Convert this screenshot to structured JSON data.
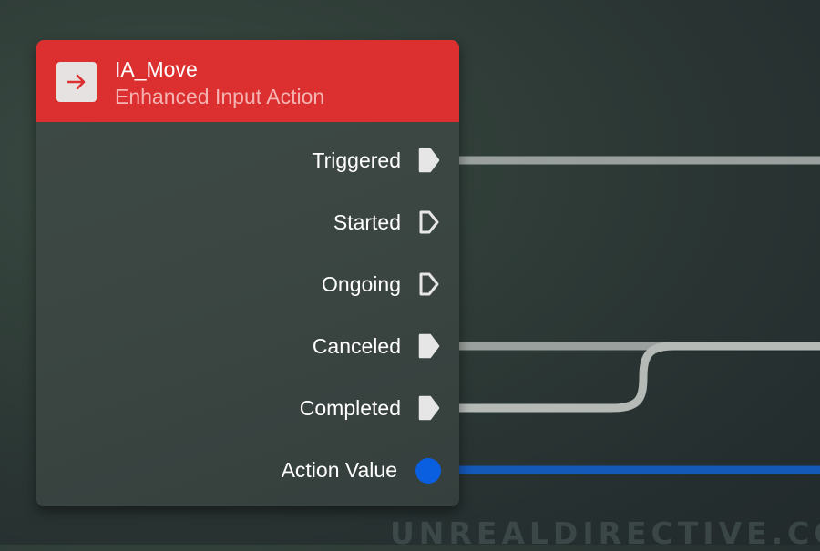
{
  "node": {
    "title": "IA_Move",
    "subtitle": "Enhanced Input Action",
    "header_color": "#dc2f2f",
    "icon": "arrow-right-icon"
  },
  "pins": [
    {
      "label": "Triggered",
      "type": "exec",
      "connected": true
    },
    {
      "label": "Started",
      "type": "exec",
      "connected": false
    },
    {
      "label": "Ongoing",
      "type": "exec",
      "connected": false
    },
    {
      "label": "Canceled",
      "type": "exec",
      "connected": true
    },
    {
      "label": "Completed",
      "type": "exec",
      "connected": true
    },
    {
      "label": "Action Value",
      "type": "value",
      "connected": true
    }
  ],
  "colors": {
    "exec_wire": "#9aa09d",
    "value_wire": "#1458b8",
    "value_pin": "#0a5fe0"
  },
  "watermark": "UNREALDIRECTIVE.COM"
}
